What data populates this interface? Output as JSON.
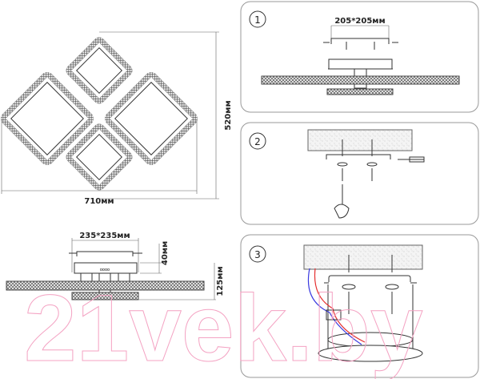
{
  "overview": {
    "width_label": "710мм",
    "height_label": "520мм"
  },
  "side_view": {
    "plate_label": "235*235мм",
    "depth_label": "40мм",
    "height_label": "125мм"
  },
  "steps": [
    {
      "number": "1",
      "dimension_label": "205*205мм"
    },
    {
      "number": "2"
    },
    {
      "number": "3"
    }
  ],
  "watermark": "21vek.by",
  "colors": {
    "wire_live": "#e53030",
    "wire_neutral": "#3a3ae0",
    "watermark": "#f4a3c3"
  }
}
